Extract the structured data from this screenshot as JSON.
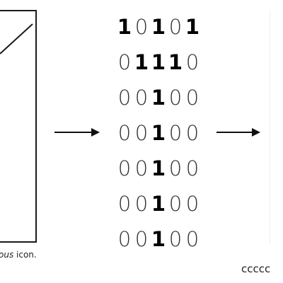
{
  "left_panel": {
    "caption_italic": "ous",
    "caption_rest": " icon."
  },
  "bit_matrix": {
    "rows": [
      [
        1,
        0,
        1,
        0,
        1
      ],
      [
        0,
        1,
        1,
        1,
        0
      ],
      [
        0,
        0,
        1,
        0,
        0
      ],
      [
        0,
        0,
        1,
        0,
        0
      ],
      [
        0,
        0,
        1,
        0,
        0
      ],
      [
        0,
        0,
        1,
        0,
        0
      ],
      [
        0,
        0,
        1,
        0,
        0
      ]
    ]
  },
  "right_panel": {
    "caption": "ccccc"
  }
}
